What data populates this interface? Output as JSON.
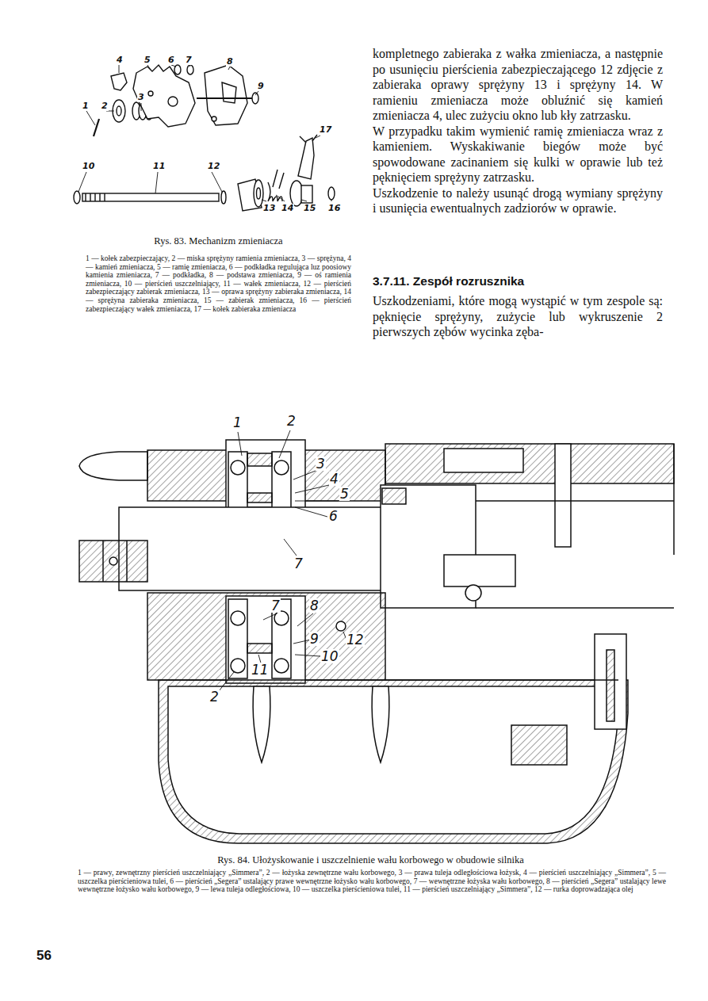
{
  "diagram": {
    "labels": [
      "4",
      "5",
      "6",
      "7",
      "8",
      "9",
      "1",
      "2",
      "3",
      "17",
      "10",
      "11",
      "12",
      "13",
      "14",
      "15",
      "16",
      "Rys. 83. Mechanizm zmieniacza",
      "1 — kołek zabezpieczający, 2 — miska sprężyny ramienia zmieniacza, 3 — sprężyna, 4 — kamień zmieniacza, 5 — ramię zmieniacza, 6 — podkładka regulująca luz poosiowy kamienia zmieniacza, 7 — podkładka, 8 — podstawa zmieniacza, 9 — oś ramienia zmieniacza, 10 — pierścień uszczelniający, 11 — wałek zmieniacza, 12 — pierścień zabezpieczający zabierak zmieniacza, 13 — oprawa sprężyny zabieraka zmieniacza, 14 — sprężyna zabieraka zmieniacza, 15 — zabierak zmieniacza, 16 — pierścień zabezpieczający wałek zmieniacza, 17 — kołek zabieraka zmieniacza",
      "kompletnego zabieraka z wałka zmieniacza, a następnie po usunięciu pierścienia zabezpieczającego 12 zdjęcie z zabieraka oprawy sprężyny 13 i sprężyny 14. W ramieniu zmieniacza może obluźnić się kamień zmieniacza 4, ulec zużyciu okno lub kły zatrzasku.",
      "W przypadku takim wymienić ramię zmieniacza wraz z kamieniem. Wyskakiwanie biegów może być spowodowane zacinaniem się kulki w oprawie lub też pęknięciem sprężyny zatrzasku.",
      "Uszkodzenie to należy usunąć drogą wymiany sprężyny i usunięcia ewentualnych zadziorów w oprawie.",
      "3.7.11. Zespół rozrusznika",
      "Uszkodzeniami, które mogą wystąpić w tym zespole są: pęknięcie sprężyny, zużycie lub wykruszenie 2 pierwszych zębów wycinka zęba-",
      "1",
      "2",
      "3",
      "4",
      "5",
      "6",
      "7",
      "7",
      "8",
      "9",
      "10",
      "11",
      "12",
      "2",
      "Rys. 84. Ułożyskowanie i uszczelnienie wału korbowego w obudowie silnika",
      "1 — prawy, zewnętrzny pierścień uszczelniający „Simmera”, 2 — łożyska zewnętrzne wału korbowego, 3 — prawa tuleja odległościowa łożysk, 4 — pierścień uszczelniający „Simmera”, 5 — uszczelka pierścieniowa tulei, 6 — pierścień „Segera” ustalający prawe wewnętrzne łożysko wału korbowego, 7 — wewnętrzne łożyska wału korbowego, 8 — pierścień „Segera” ustalający lewe wewnętrzne łożysko wału korbowego, 9 — lewa tuleja odległościowa, 10 — uszczelka pierścieniowa tulei, 11 — pierścień uszczelniający „Simmera”, 12 — rurka doprowadzająca olej",
      "56"
    ]
  }
}
